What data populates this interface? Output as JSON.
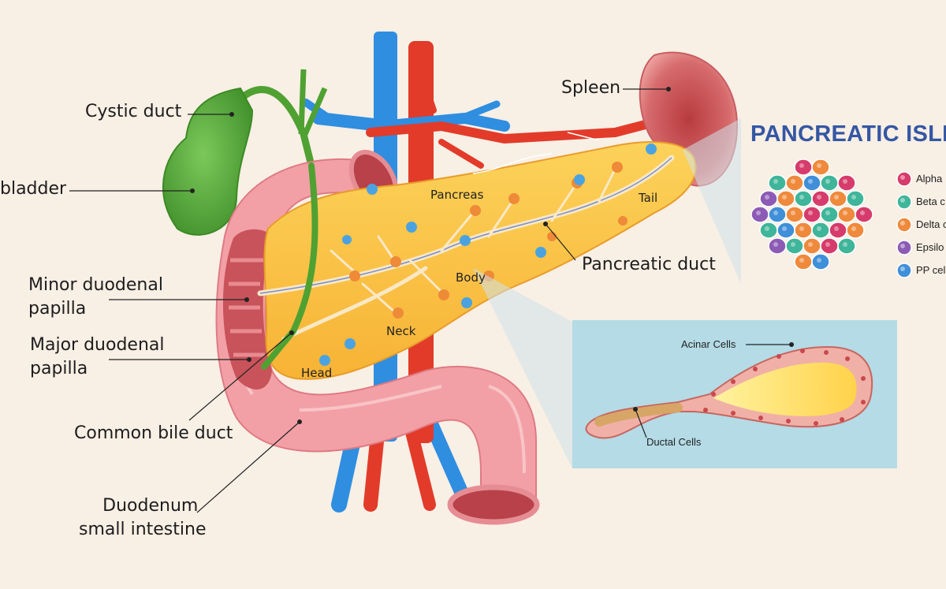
{
  "labels": {
    "cystic_duct": "Cystic duct",
    "gallbladder": "bladder",
    "minor_papilla": [
      "Minor duodenal",
      "papilla"
    ],
    "major_papilla": [
      "Major duodenal",
      "papilla"
    ],
    "common_bile_duct": "Common  bile duct",
    "duodenum": [
      "Duodenum",
      "small intestine"
    ],
    "spleen": "Spleen",
    "pancreatic_duct": "Pancreatic duct",
    "pancreas": "Pancreas",
    "tail": "Tail",
    "body": "Body",
    "neck": "Neck",
    "head": "Head"
  },
  "islets": {
    "title": "PANCREATIC ISLE",
    "legend": [
      {
        "label": "Alpha",
        "color": "#d63b6c"
      },
      {
        "label": "Beta c",
        "color": "#3fb59a"
      },
      {
        "label": "Delta c",
        "color": "#ef8a3c"
      },
      {
        "label": "Epsilo",
        "color": "#8c5bb5"
      },
      {
        "label": "PP cel",
        "color": "#3f8fd9"
      }
    ]
  },
  "inset": {
    "acinar_label": "Acinar Cells",
    "ductal_label": "Ductal Cells"
  },
  "colors": {
    "background": "#f8efe5",
    "pancreas": "#fbbf45",
    "duodenum": "#f2a0a6",
    "vein": "#2f8ee0",
    "artery": "#e23b2a",
    "gallbladder": "#55aa3a",
    "title": "#3557a3",
    "inset_bg": "#b4dbe6"
  }
}
